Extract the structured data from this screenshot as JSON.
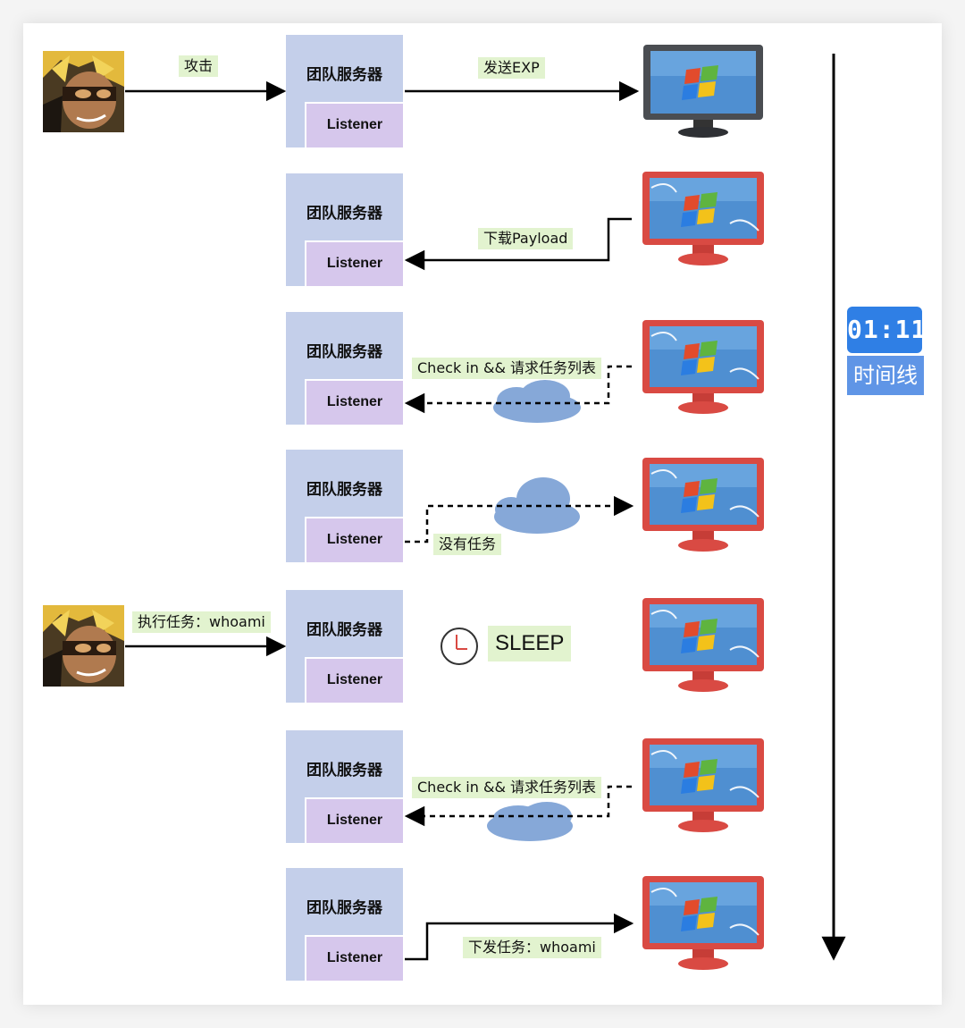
{
  "rows": [
    {
      "server": "团队服务器",
      "listener": "Listener"
    },
    {
      "server": "团队服务器",
      "listener": "Listener"
    },
    {
      "server": "团队服务器",
      "listener": "Listener"
    },
    {
      "server": "团队服务器",
      "listener": "Listener"
    },
    {
      "server": "团队服务器",
      "listener": "Listener"
    },
    {
      "server": "团队服务器",
      "listener": "Listener"
    },
    {
      "server": "团队服务器",
      "listener": "Listener"
    }
  ],
  "edges": {
    "attack": "攻击",
    "send_exp": "发送EXP",
    "download_payload": "下载Payload",
    "check_in_1": "Check in && 请求任务列表",
    "no_task": "没有任务",
    "exec_task": "执行任务：whoami",
    "sleep": "SLEEP",
    "check_in_2": "Check in && 请求任务列表",
    "issue_task": "下发任务：whoami"
  },
  "timeline": {
    "time": "01:11",
    "label": "时间线"
  },
  "icons": {
    "attacker": "attacker-avatar-icon",
    "target": "windows-monitor-icon",
    "clock": "clock-icon",
    "cloud": "cloud-icon"
  },
  "colors": {
    "server": "#c4cfea",
    "listener": "#d6c7ec",
    "label_bg": "#e2f3cf",
    "cloud": "#86a8d8",
    "monitor_clean": "#5b5f64",
    "monitor_infected": "#d94a43",
    "timer": "#2f7fe5"
  }
}
